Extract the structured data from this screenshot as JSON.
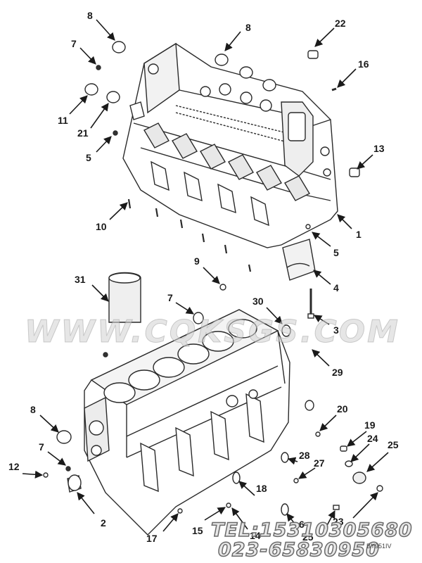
{
  "diagram": {
    "callouts": [
      "8",
      "8",
      "22",
      "7",
      "16",
      "11",
      "21",
      "13",
      "5",
      "10",
      "1",
      "5",
      "9",
      "4",
      "31",
      "7",
      "30",
      "3",
      "29",
      "8",
      "20",
      "19",
      "7",
      "24",
      "25",
      "12",
      "28",
      "27",
      "2",
      "18",
      "6",
      "17",
      "15",
      "14",
      "25",
      "23"
    ]
  },
  "watermark": {
    "text": "WWW.CQKSGS.COM",
    "phone": "TEL:15310305680",
    "phone2": "023-65830950"
  },
  "figure_id": "BY951IV",
  "colors": {
    "line": "#2a2a2a",
    "shade": "#d9d9d9",
    "accent": "#e8e8e8"
  }
}
